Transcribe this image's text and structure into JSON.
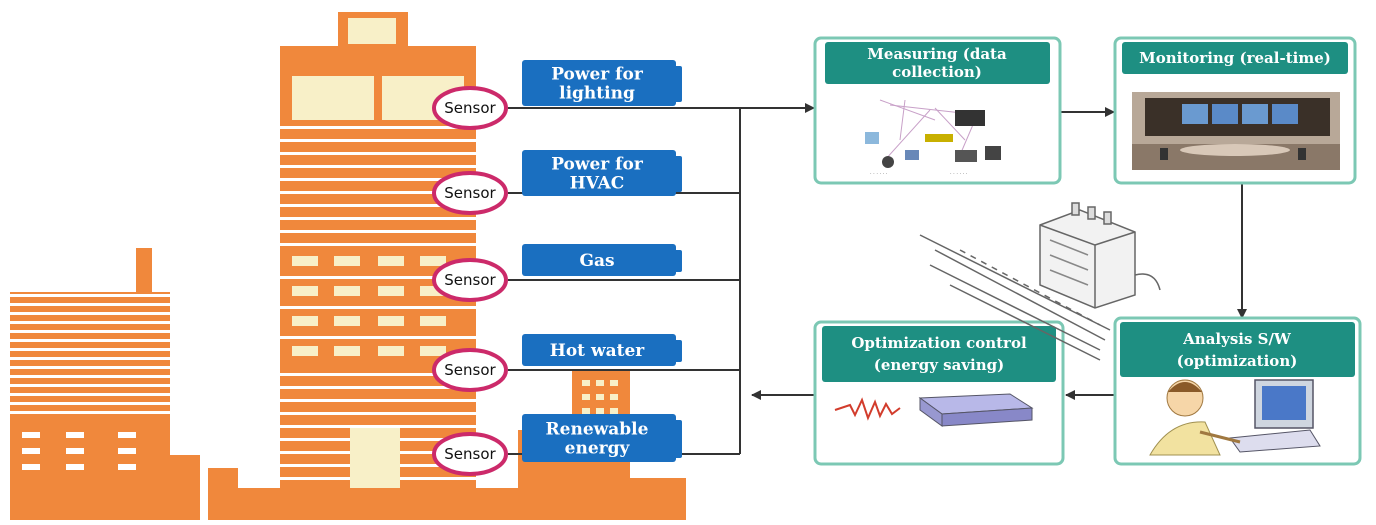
{
  "sensors": [
    {
      "label": "Sensor",
      "tag_lines": [
        "Power for",
        "lighting"
      ]
    },
    {
      "label": "Sensor",
      "tag_lines": [
        "Power for",
        "HVAC"
      ]
    },
    {
      "label": "Sensor",
      "tag_lines": [
        "Gas"
      ]
    },
    {
      "label": "Sensor",
      "tag_lines": [
        "Hot water"
      ]
    },
    {
      "label": "Sensor",
      "tag_lines": [
        "Renewable",
        "energy"
      ]
    }
  ],
  "boxes": {
    "measuring": {
      "title_lines": [
        "Measuring (data",
        "collection)"
      ],
      "icon": "network-diagram-icon"
    },
    "monitoring": {
      "title_lines": [
        "Monitoring (real-time)"
      ],
      "icon": "control-room-icon"
    },
    "analysis": {
      "title_lines": [
        "Analysis S/W",
        "(optimization)"
      ],
      "icon": "person-computer-icon"
    },
    "optimization": {
      "title_lines": [
        "Optimization control",
        "(energy saving)"
      ],
      "icon": "controller-device-icon"
    }
  },
  "colors": {
    "building": "#f0883c",
    "building_stripe": "#ffffff",
    "window_light": "#f8f0c8",
    "tag_blue": "#1a6fc0",
    "box_header_teal": "#1e8f82",
    "box_border": "#7cc8b4",
    "sensor_ring": "#cc2a6a",
    "line": "#333333",
    "wave_red": "#d23c2c"
  }
}
